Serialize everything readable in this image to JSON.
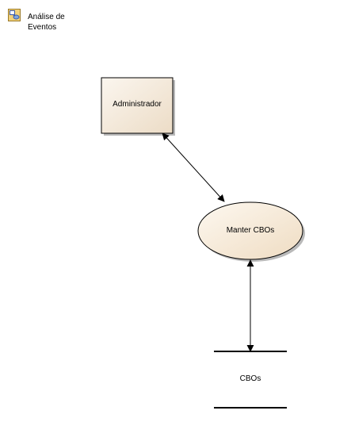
{
  "header": {
    "label": "Análise de Eventos",
    "icon": "analysis-diagram-icon"
  },
  "nodes": {
    "external_entity": {
      "label": "Administrador",
      "fill": "#f4ebe0"
    },
    "process": {
      "label": "Manter CBOs",
      "fill": "#f6ead8"
    },
    "data_store": {
      "label": "CBOs"
    }
  },
  "colors": {
    "stroke": "#000000",
    "shadow": "#7f7f7f"
  }
}
